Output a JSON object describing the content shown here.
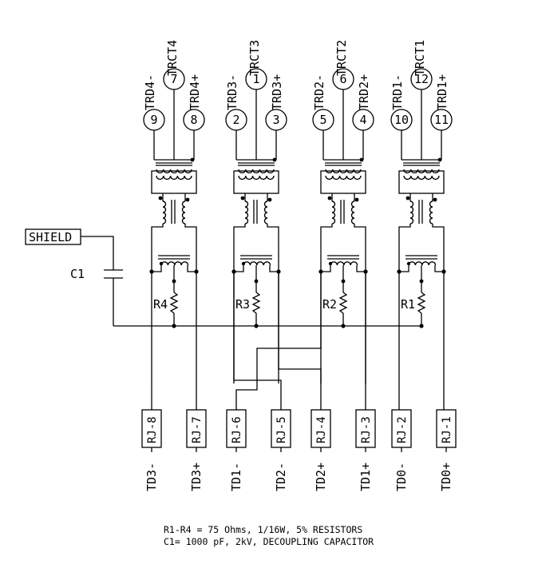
{
  "shield": {
    "label": "SHIELD"
  },
  "capacitor": {
    "label": "C1"
  },
  "channels": [
    {
      "id": "ch4",
      "minus": "TRD4-",
      "ct": "TRCT4",
      "plus": "TRD4+",
      "pin_minus": "9",
      "pin_ct": "7",
      "pin_plus": "8",
      "resistor": "R4"
    },
    {
      "id": "ch3",
      "minus": "TRD3-",
      "ct": "TRCT3",
      "plus": "TRD3+",
      "pin_minus": "2",
      "pin_ct": "1",
      "pin_plus": "3",
      "resistor": "R3"
    },
    {
      "id": "ch2",
      "minus": "TRD2-",
      "ct": "TRCT2",
      "plus": "TRD2+",
      "pin_minus": "5",
      "pin_ct": "6",
      "pin_plus": "4",
      "resistor": "R2"
    },
    {
      "id": "ch1",
      "minus": "TRD1-",
      "ct": "TRCT1",
      "plus": "TRD1+",
      "pin_minus": "10",
      "pin_ct": "12",
      "pin_plus": "11",
      "resistor": "R1"
    }
  ],
  "connectors": [
    {
      "rj": "RJ-8",
      "signal": "TD3-"
    },
    {
      "rj": "RJ-7",
      "signal": "TD3+"
    },
    {
      "rj": "RJ-6",
      "signal": "TD1-"
    },
    {
      "rj": "RJ-5",
      "signal": "TD2-"
    },
    {
      "rj": "RJ-4",
      "signal": "TD2+"
    },
    {
      "rj": "RJ-3",
      "signal": "TD1+"
    },
    {
      "rj": "RJ-2",
      "signal": "TD0-"
    },
    {
      "rj": "RJ-1",
      "signal": "TD0+"
    }
  ],
  "notes": {
    "line1": "R1-R4 = 75 Ohms, 1/16W, 5% RESISTORS",
    "line2": "C1= 1000 pF, 2kV, DECOUPLING CAPACITOR"
  }
}
